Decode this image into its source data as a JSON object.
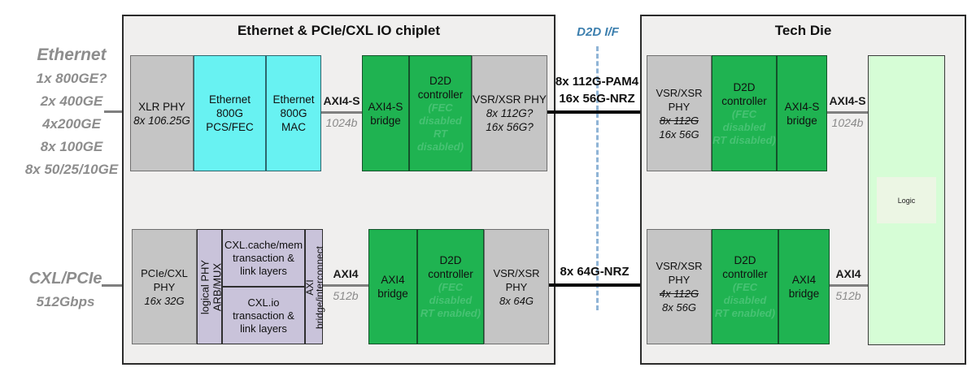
{
  "left": {
    "ethernet": {
      "title": "Ethernet",
      "lines": [
        "1x 800GE?",
        "2x 400GE",
        "4x200GE",
        "8x 100GE",
        "8x 50/25/10GE"
      ]
    },
    "cxl": {
      "title": "CXL/PCIe",
      "sub": "512Gbps"
    }
  },
  "chiplet": {
    "title": "Ethernet & PCIe/CXL IO chiplet",
    "eth": {
      "phy": {
        "name": "XLR PHY",
        "spec": "8x 106.25G"
      },
      "pcs": {
        "lines": [
          "Ethernet",
          "800G",
          "PCS/FEC"
        ]
      },
      "mac": {
        "lines": [
          "Ethernet",
          "800G",
          "MAC"
        ]
      },
      "axi": {
        "bus": "AXI4-S",
        "width": "1024b"
      },
      "bridge": {
        "lines": [
          "AXI4-S",
          "bridge"
        ]
      },
      "d2d": {
        "lines": [
          "D2D",
          "controller"
        ],
        "sub": [
          "(FEC disabled",
          "RT disabled)"
        ]
      },
      "vsr": {
        "name": "VSR/XSR PHY",
        "spec1": "8x 112G?",
        "spec2": "16x 56G?"
      }
    },
    "cxl": {
      "phy": {
        "name": "PCIe/CXL PHY",
        "spec": "16x 32G"
      },
      "logphy": {
        "lines": [
          "logical PHY",
          "ARB/MUX"
        ]
      },
      "cachemem": {
        "lines": [
          "CXL.cache/mem",
          "transaction &",
          "link layers"
        ]
      },
      "io": {
        "lines": [
          "CXL.io",
          "transaction &",
          "link layers"
        ]
      },
      "axibridge": {
        "lines": [
          "AXI",
          "bridge/interconnect"
        ]
      },
      "axi": {
        "bus": "AXI4",
        "width": "512b"
      },
      "bridge": {
        "lines": [
          "AXI4",
          "bridge"
        ]
      },
      "d2d": {
        "lines": [
          "D2D",
          "controller"
        ],
        "sub": [
          "(FEC disabled",
          "RT enabled)"
        ]
      },
      "vsr": {
        "name": "VSR/XSR PHY",
        "spec": "8x 64G"
      }
    }
  },
  "d2d_interface": {
    "label": "D2D I/F",
    "top_link": {
      "lines": [
        "8x 112G-PAM4",
        "16x 56G-NRZ"
      ]
    },
    "bottom_link": {
      "lines": [
        "8x 64G-NRZ"
      ]
    }
  },
  "techdie": {
    "title": "Tech Die",
    "eth": {
      "vsr": {
        "name": "VSR/XSR PHY",
        "strike": "8x 112G",
        "spec": "16x 56G"
      },
      "d2d": {
        "lines": [
          "D2D",
          "controller"
        ],
        "sub": [
          "(FEC disabled",
          "RT disabled)"
        ]
      },
      "bridge": {
        "lines": [
          "AXI4-S",
          "bridge"
        ]
      },
      "axi": {
        "bus": "AXI4-S",
        "width": "1024b"
      }
    },
    "cxl": {
      "vsr": {
        "name": "VSR/XSR PHY",
        "strike": "4x 112G",
        "spec": "8x 56G"
      },
      "d2d": {
        "lines": [
          "D2D",
          "controller"
        ],
        "sub": [
          "(FEC disabled",
          "RT enabled)"
        ]
      },
      "bridge": {
        "lines": [
          "AXI4",
          "bridge"
        ]
      },
      "axi": {
        "bus": "AXI4",
        "width": "512b"
      }
    },
    "logic": {
      "label": "Logic"
    }
  },
  "colors": {
    "green_block": "#1fb351",
    "cyan_block": "#68f2f2",
    "purple_block": "#c9c3da",
    "gray_block": "#c5c5c5",
    "logic_block": "#d6fdd6",
    "d2d_blue": "#3c7fae",
    "container_fill": "#f0efee"
  }
}
